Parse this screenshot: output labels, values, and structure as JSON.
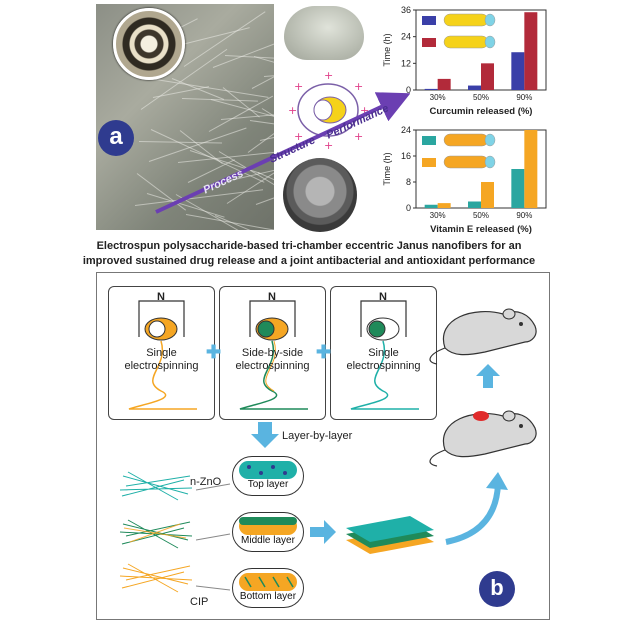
{
  "panel_a": {
    "label": "a",
    "arrow_words": [
      "Process",
      "Structure",
      "Performance"
    ]
  },
  "caption": {
    "line1": "Electrospun polysaccharide-based tri-chamber eccentric Janus nanofibers for an",
    "line2": "improved sustained drug release and a joint antibacterial and antioxidant performance"
  },
  "chart_data": [
    {
      "type": "bar",
      "categories": [
        "30%",
        "50%",
        "90%"
      ],
      "series": [
        {
          "color": "#3a3fa8",
          "values": [
            0.5,
            2,
            17
          ]
        },
        {
          "color": "#b22a3a",
          "values": [
            5,
            12,
            35
          ]
        }
      ],
      "xlabel": "Curcumin released (%)",
      "ylabel": "Time (h)",
      "ylim": [
        0,
        36
      ],
      "yticks": [
        "0",
        "12",
        "24",
        "36"
      ]
    },
    {
      "type": "bar",
      "categories": [
        "30%",
        "50%",
        "90%"
      ],
      "series": [
        {
          "color": "#2aa6a0",
          "values": [
            1,
            2,
            12
          ]
        },
        {
          "color": "#f5a623",
          "values": [
            1.5,
            8,
            24
          ]
        }
      ],
      "xlabel": "Vitamin E released (%)",
      "ylabel": "Time (h)",
      "ylim": [
        0,
        24
      ],
      "yticks": [
        "0",
        "8",
        "16",
        "24"
      ]
    }
  ],
  "panel_b": {
    "label": "b",
    "cells": [
      {
        "top": "N",
        "label1": "Single",
        "label2": "electrospinning"
      },
      {
        "top": "N",
        "label1": "Side-by-side",
        "label2": "electrospinning"
      },
      {
        "top": "N",
        "label1": "Single",
        "label2": "electrospinning"
      }
    ],
    "step_label": "Layer-by-layer",
    "additive_top": "n-ZnO",
    "additive_bottom": "CIP",
    "layers": [
      "Top layer",
      "Middle layer",
      "Bottom layer"
    ],
    "colors": {
      "orange": "#f5a623",
      "green": "#1f8a5a",
      "teal": "#1fb0a8",
      "arrow": "#5ab4e0",
      "wound": "#e02b2b"
    }
  }
}
